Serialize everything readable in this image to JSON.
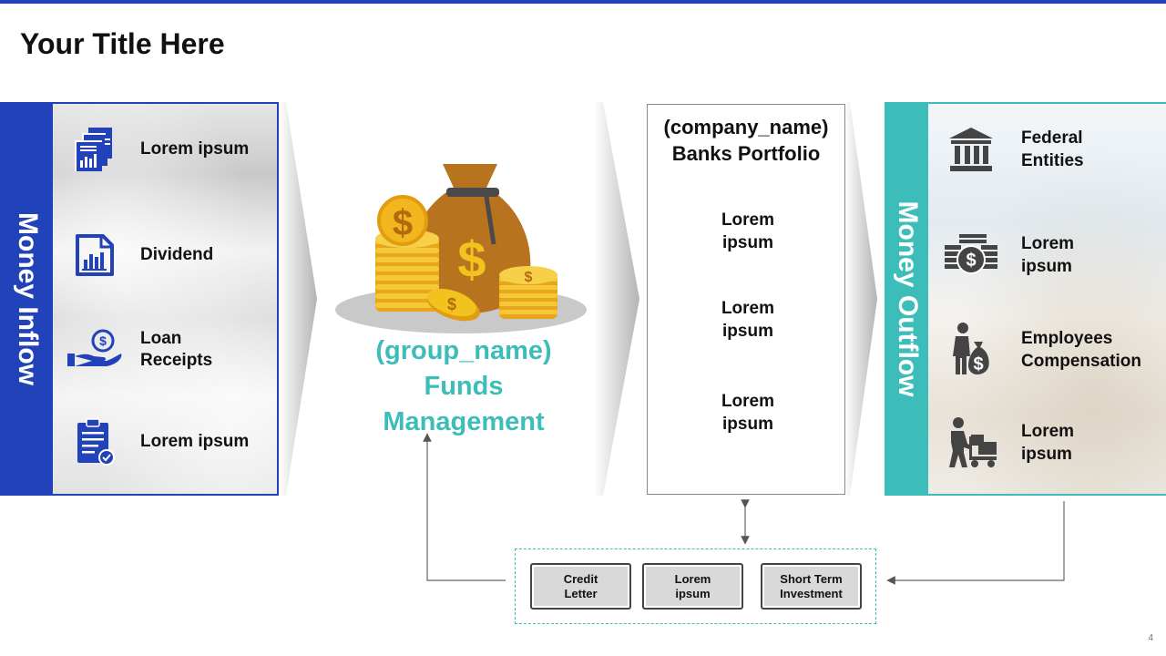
{
  "slide": {
    "title": "Your Title Here",
    "page_number": "4"
  },
  "inflow": {
    "label": "Money Inflow",
    "items": [
      {
        "label": "Lorem ipsum",
        "icon": "documents-chart-icon"
      },
      {
        "label": "Dividend",
        "icon": "report-chart-icon"
      },
      {
        "label": "Loan\nReceipts",
        "icon": "hand-coin-icon"
      },
      {
        "label": "Lorem ipsum",
        "icon": "clipboard-check-icon"
      }
    ]
  },
  "funds": {
    "title": "(group_name)\nFunds\nManagement",
    "icon": "money-bag-coins-icon"
  },
  "portfolio": {
    "title": "(company_name)\nBanks Portfolio",
    "items": [
      "Lorem\nipsum",
      "Lorem\nipsum",
      "Lorem\nipsum"
    ]
  },
  "outflow": {
    "label": "Money Outflow",
    "items": [
      {
        "label": "Federal\nEntities",
        "icon": "bank-building-icon"
      },
      {
        "label": "Lorem\nipsum",
        "icon": "cash-stack-icon"
      },
      {
        "label": "Employees\nCompensation",
        "icon": "person-money-bag-icon"
      },
      {
        "label": "Lorem\nipsum",
        "icon": "person-cart-icon"
      }
    ]
  },
  "instruments": {
    "items": [
      "Credit\nLetter",
      "Lorem\nipsum",
      "Short Term\nInvestment"
    ]
  },
  "colors": {
    "blue": "#2142b8",
    "teal": "#3dbdb9",
    "gold": "#f2b71e",
    "bag": "#b8731f"
  }
}
